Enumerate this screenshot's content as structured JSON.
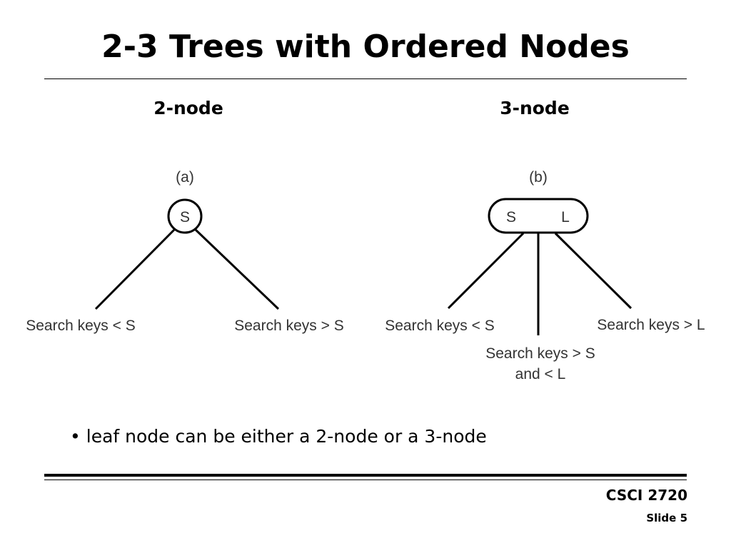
{
  "title": "2-3 Trees with Ordered Nodes",
  "columns": {
    "left_heading": "2-node",
    "right_heading": "3-node"
  },
  "diagram_a": {
    "caption": "(a)",
    "node_key": "S",
    "left_child_label": "Search keys < S",
    "right_child_label": "Search keys > S"
  },
  "diagram_b": {
    "caption": "(b)",
    "node_key_small": "S",
    "node_key_large": "L",
    "left_child_label": "Search keys < S",
    "middle_child_label_line1": "Search keys > S",
    "middle_child_label_line2": "and < L",
    "right_child_label": "Search keys > L"
  },
  "bullet": {
    "symbol": "•",
    "text": "leaf node can be either a 2-node or a 3-node"
  },
  "footer": {
    "course": "CSCI 2720",
    "slide": "Slide 5"
  }
}
